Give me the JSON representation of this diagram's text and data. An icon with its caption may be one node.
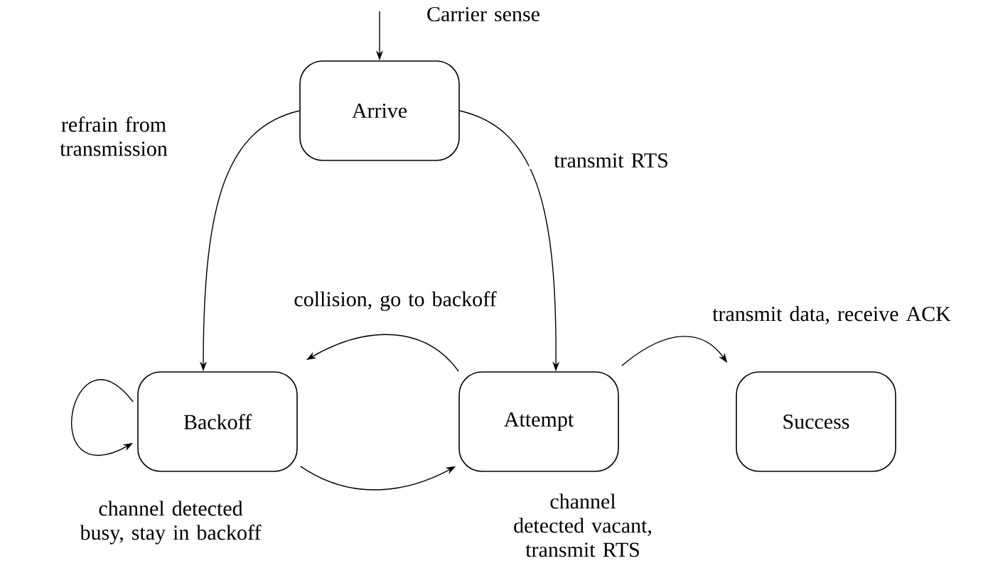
{
  "diagram": {
    "nodes": [
      {
        "text": [
          "Arrive"
        ]
      },
      {
        "text": [
          "Backoff"
        ]
      },
      {
        "text": [
          "Attempt"
        ]
      },
      {
        "text": [
          "Success"
        ]
      }
    ],
    "edges": [
      {
        "from": null,
        "to": 0,
        "arrow": "to",
        "label": "Carrier sense"
      },
      {
        "from": 0,
        "to": 1,
        "arrow": "to",
        "label": "refrain from transmission"
      },
      {
        "from": 0,
        "to": 2,
        "arrow": "to",
        "label": "transmit RTS"
      },
      {
        "from": 2,
        "to": 1,
        "arrow": "to",
        "label": "collision, go to backoff"
      },
      {
        "from": 1,
        "to": 2,
        "arrow": "to",
        "label": "channel detected vacant, transmit RTS"
      },
      {
        "from": 1,
        "to": 1,
        "arrow": "to",
        "label": "channel detected busy, stay in backoff"
      },
      {
        "from": 2,
        "to": 3,
        "arrow": "to",
        "label": "transmit data, receive ACK"
      }
    ]
  }
}
